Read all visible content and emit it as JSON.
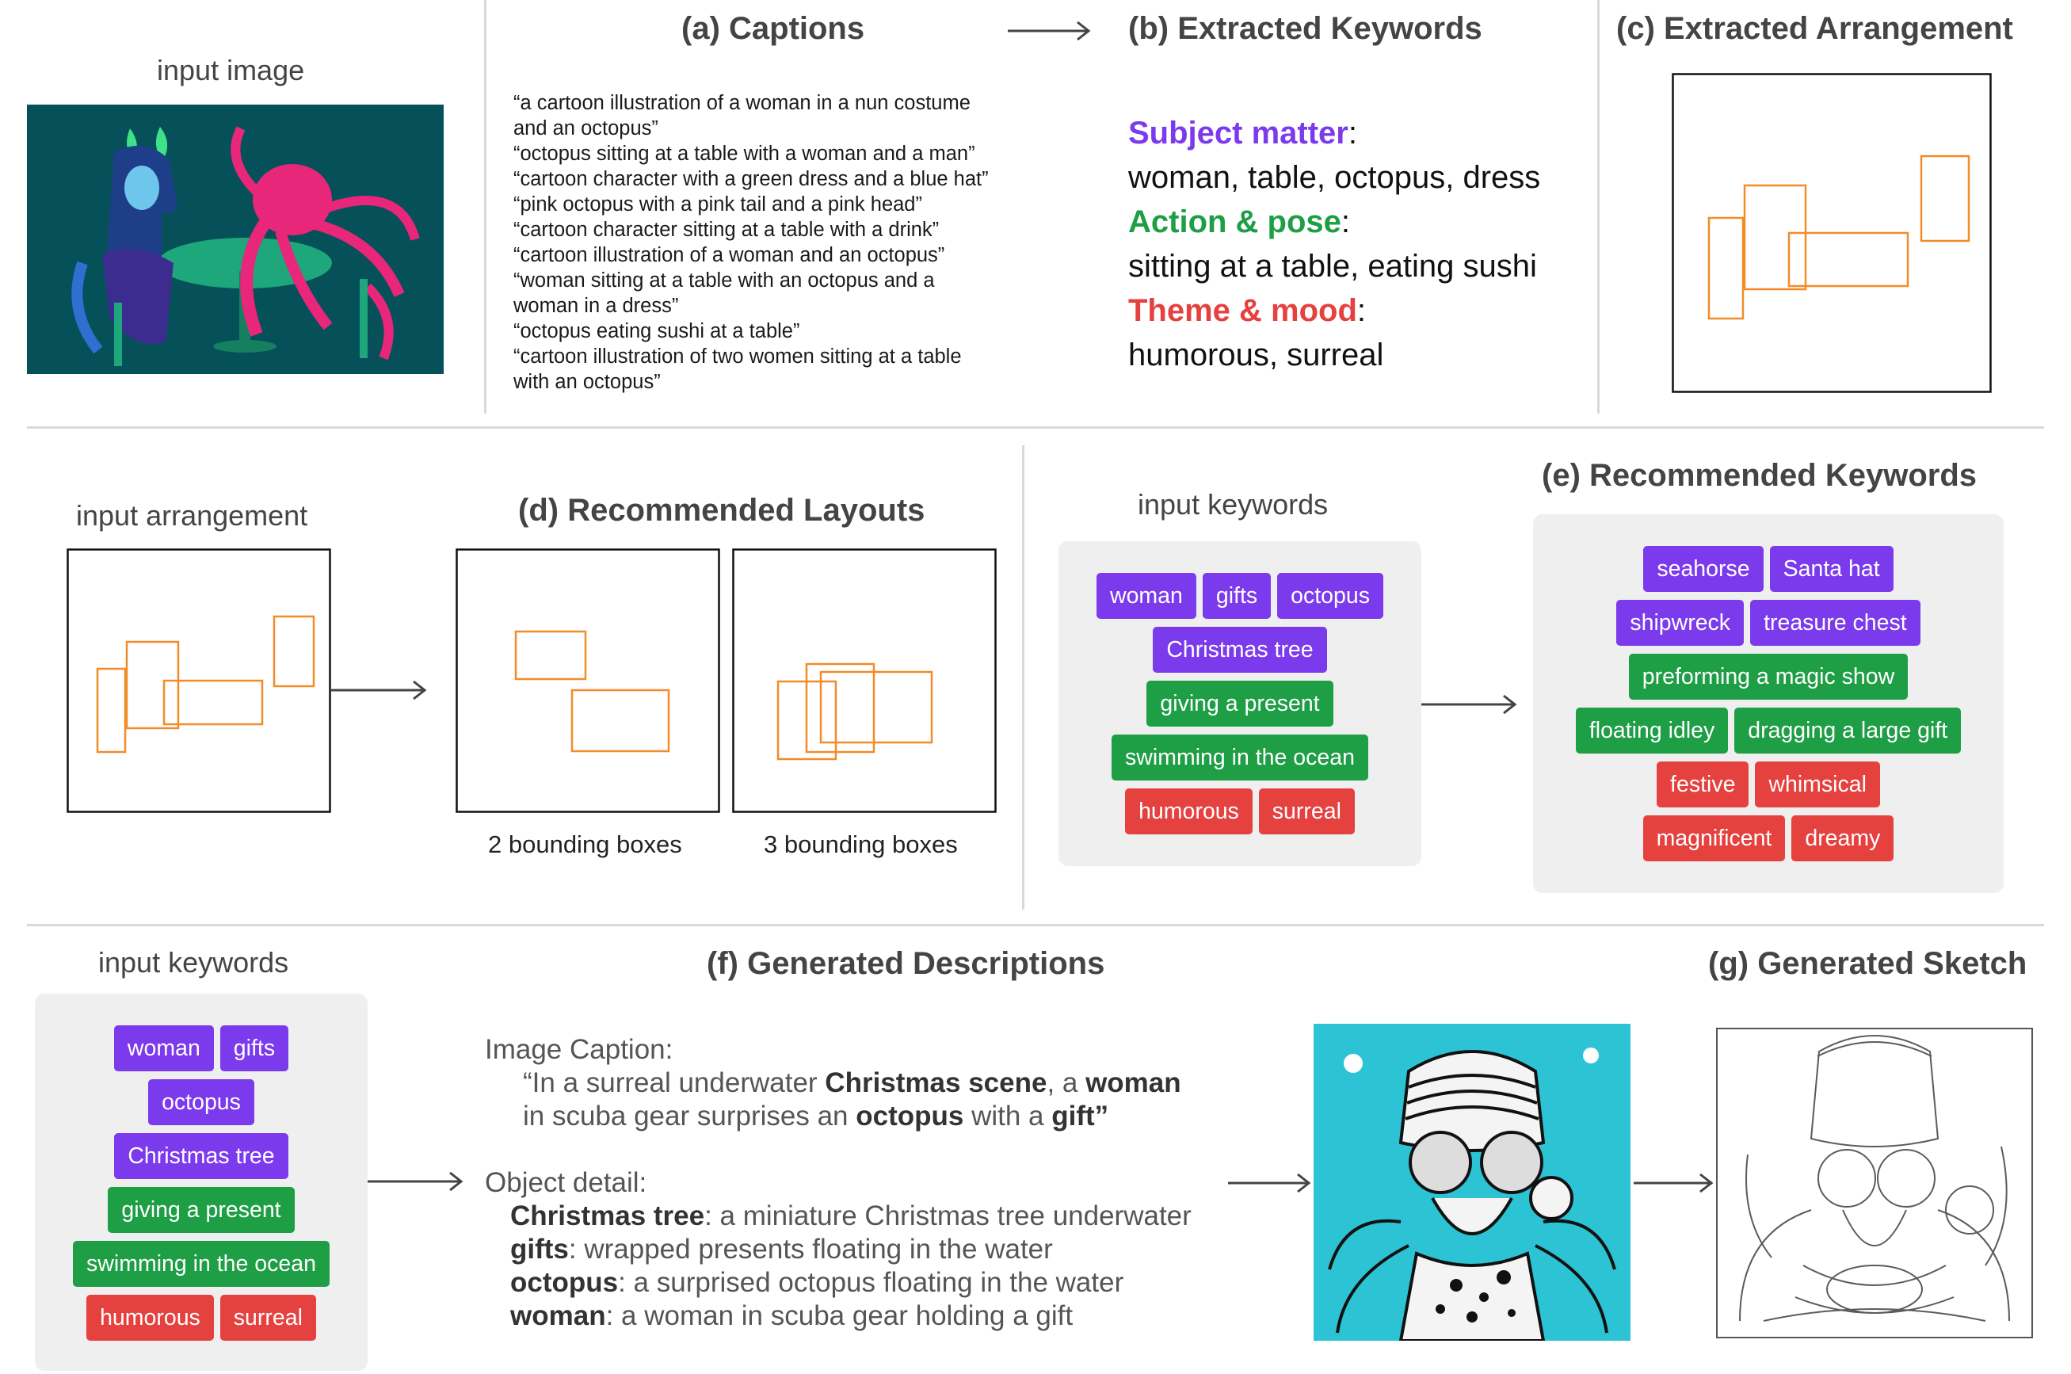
{
  "headers": {
    "a": "(a) Captions",
    "b": "(b) Extracted Keywords",
    "c": "(c) Extracted Arrangement",
    "d": "(d) Recommended Layouts",
    "e": "(e) Recommended Keywords",
    "f": "(f) Generated Descriptions",
    "g": "(g) Generated Sketch"
  },
  "labels": {
    "input_image": "input image",
    "input_arrangement": "input arrangement",
    "input_keywords_e": "input keywords",
    "input_keywords_f": "input keywords",
    "layout1_caption": "2 bounding boxes",
    "layout2_caption": "3 bounding boxes"
  },
  "captions": [
    "“a cartoon illustration of a woman in a nun costume",
    "and an octopus”",
    "“octopus sitting at a table with a woman and a man”",
    "“cartoon character with a green dress and a blue hat”",
    "“pink octopus with a pink tail and a pink head”",
    "“cartoon character sitting at a table with a drink”",
    "“cartoon illustration of a woman and an octopus”",
    "“woman sitting at a table with an octopus and a",
    "woman in a dress”",
    "“octopus eating sushi at a table”",
    "“cartoon illustration of two women sitting at a table",
    "with an octopus”"
  ],
  "extracted_keywords": {
    "subject_label": "Subject matter",
    "subject_values": "woman, table, octopus, dress",
    "action_label": "Action & pose",
    "action_values": "sitting at a table, eating sushi",
    "theme_label": "Theme & mood",
    "theme_values": "humorous, surreal",
    "colon": ":"
  },
  "colors": {
    "purple": "#7c3aed",
    "green": "#1e9e45",
    "red": "#e5413f",
    "box_orange": "#f28c28"
  },
  "input_keywords_e": {
    "rows": [
      [
        {
          "t": "woman",
          "c": "purple"
        },
        {
          "t": "gifts",
          "c": "purple"
        },
        {
          "t": "octopus",
          "c": "purple"
        }
      ],
      [
        {
          "t": "Christmas tree",
          "c": "purple"
        }
      ],
      [
        {
          "t": "giving a present",
          "c": "green"
        }
      ],
      [
        {
          "t": "swimming in the ocean",
          "c": "green"
        }
      ],
      [
        {
          "t": "humorous",
          "c": "red"
        },
        {
          "t": "surreal",
          "c": "red"
        }
      ]
    ]
  },
  "recommended_keywords": {
    "rows": [
      [
        {
          "t": "seahorse",
          "c": "purple"
        },
        {
          "t": "Santa hat",
          "c": "purple"
        }
      ],
      [
        {
          "t": "shipwreck",
          "c": "purple"
        },
        {
          "t": "treasure chest",
          "c": "purple"
        }
      ],
      [
        {
          "t": "preforming a magic show",
          "c": "green"
        }
      ],
      [
        {
          "t": "floating idley",
          "c": "green"
        },
        {
          "t": "dragging a large gift",
          "c": "green"
        }
      ],
      [
        {
          "t": "festive",
          "c": "red"
        },
        {
          "t": "whimsical",
          "c": "red"
        }
      ],
      [
        {
          "t": "magnificent",
          "c": "red"
        },
        {
          "t": "dreamy",
          "c": "red"
        }
      ]
    ]
  },
  "input_keywords_f": {
    "rows": [
      [
        {
          "t": "woman",
          "c": "purple"
        },
        {
          "t": "gifts",
          "c": "purple"
        }
      ],
      [
        {
          "t": "octopus",
          "c": "purple"
        }
      ],
      [
        {
          "t": "Christmas tree",
          "c": "purple"
        }
      ],
      [
        {
          "t": "giving a present",
          "c": "green"
        }
      ],
      [
        {
          "t": "swimming in the ocean",
          "c": "green"
        }
      ],
      [
        {
          "t": "humorous",
          "c": "red"
        },
        {
          "t": "surreal",
          "c": "red"
        }
      ]
    ]
  },
  "descriptions": {
    "caption_label": "Image Caption:",
    "caption_parts": [
      {
        "t": "“In a surreal underwater ",
        "b": false
      },
      {
        "t": "Christmas scene",
        "b": true
      },
      {
        "t": ", a ",
        "b": false
      },
      {
        "t": "woman",
        "b": true
      }
    ],
    "caption_parts2": [
      {
        "t": "in scuba gear surprises an ",
        "b": false
      },
      {
        "t": "octopus",
        "b": true
      },
      {
        "t": " with a ",
        "b": false
      },
      {
        "t": "gift”",
        "b": true
      }
    ],
    "detail_label": "Object detail:",
    "details": [
      {
        "k": "Christmas tree",
        "v": ": a miniature Christmas tree underwater"
      },
      {
        "k": "gifts",
        "v": ": wrapped presents floating in the water"
      },
      {
        "k": "octopus",
        "v": ": a surprised octopus floating in the water"
      },
      {
        "k": "woman",
        "v": ": a woman in scuba gear holding a gift"
      }
    ]
  }
}
